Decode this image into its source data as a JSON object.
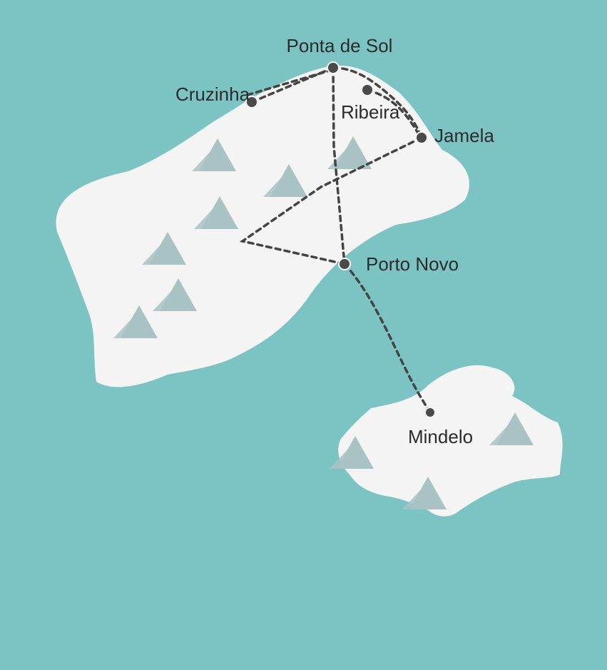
{
  "colors": {
    "sea": "#7cc4c4",
    "land": "#f4f4f4",
    "mountain": "#a9c2c4",
    "route": "#444444",
    "point": "#4a4a4a",
    "label": "#2b2b2b"
  },
  "places": {
    "ponta_de_sol": "Ponta de Sol",
    "cruzinha": "Cruzinha",
    "ribeira": "Ribeira",
    "jamela": "Jamela",
    "porto_novo": "Porto Novo",
    "mindelo": "Mindelo"
  },
  "icons": {
    "mountain": "mountain-icon",
    "location": "location-dot-icon"
  }
}
